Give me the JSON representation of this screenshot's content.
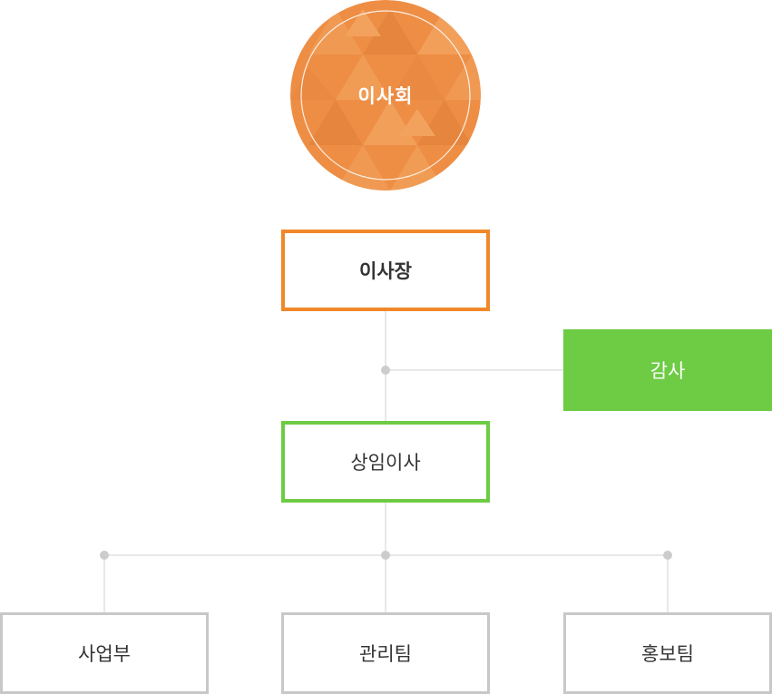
{
  "board": {
    "label": "이사회"
  },
  "president": {
    "label": "이사장"
  },
  "auditor": {
    "label": "감사"
  },
  "director": {
    "label": "상임이사"
  },
  "teams": [
    {
      "label": "사업부"
    },
    {
      "label": "관리팀"
    },
    {
      "label": "홍보팀"
    }
  ],
  "colors": {
    "board_orange": "#ee8e45",
    "president_border": "#f0882a",
    "green": "#6ecb44",
    "connector": "#d0d0d0",
    "team_border": "#c8c8c8",
    "text": "#333333"
  }
}
